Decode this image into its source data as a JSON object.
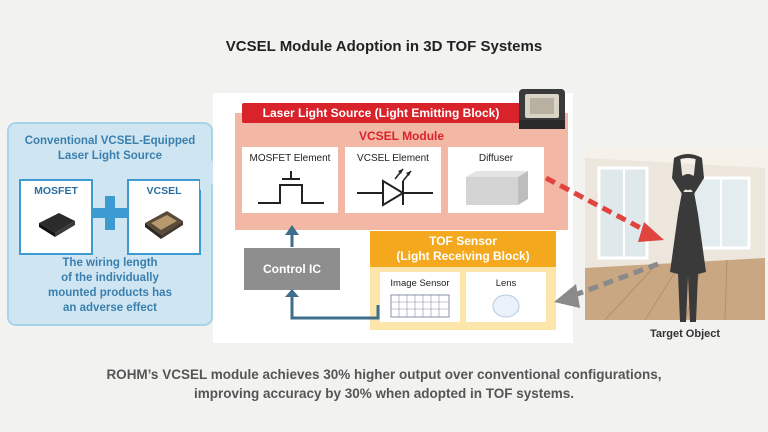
{
  "title": "VCSEL Module Adoption in 3D TOF Systems",
  "conventional": {
    "title_line1": "Conventional VCSEL-Equipped",
    "title_line2": "Laser Light Source",
    "parts": [
      "MOSFET",
      "VCSEL"
    ],
    "note_lines": [
      "The wiring length",
      "of the individually",
      "mounted products has",
      "an adverse effect"
    ]
  },
  "laser_block": {
    "header": "Laser Light Source (Light Emitting Block)",
    "module_label": "VCSEL Module",
    "elements": [
      "MOSFET Element",
      "VCSEL Element",
      "Diffuser"
    ]
  },
  "control_ic": "Control IC",
  "tof_block": {
    "header_line1": "TOF Sensor",
    "header_line2": "(Light Receiving Block)",
    "elements": [
      "Image Sensor",
      "Lens"
    ]
  },
  "target_label": "Target Object",
  "footer": {
    "line1": "ROHM’s VCSEL module achieves 30% higher output over conventional configurations,",
    "line2": "improving accuracy by 30% when adopted in TOF systems."
  },
  "colors": {
    "laser_header": "#d8232a",
    "laser_block": "#f3b7a5",
    "tof_header": "#f4a81d",
    "tof_block": "#fde6ac",
    "control_ic": "#8e8e8e",
    "callout": "#cfe6f2",
    "arrow_out": "#e0443e",
    "arrow_in": "#8a8a8a",
    "connector": "#3f6e8c"
  }
}
